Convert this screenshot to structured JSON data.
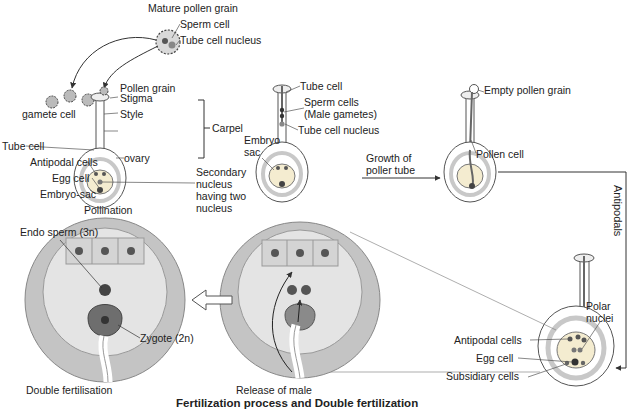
{
  "diagram": {
    "caption": "Fertilization process and Double fertilization",
    "labels": [
      "Mature pollen grain",
      "Sperm cell",
      "Tube cell nucleus",
      "Pollen grain",
      "gamete cell",
      "Stigma",
      "Style",
      "Carpel",
      "Tube cell",
      "Antipodal cells",
      "ovary",
      "Egg cell",
      "Embryo-sac",
      "Secondary nucleus having two nucleus",
      "Pollination",
      "Tube cell",
      "Sperm cells (Male gametes)",
      "Tube cell nucleus",
      "Embryo sac",
      "Growth of poller tube",
      "Empty pollen grain",
      "Pollen cell",
      "Antipodals",
      "Polar nuclei",
      "Antipodal cells",
      "Egg cell",
      "Subsidiary cells",
      "Endo sperm (3n)",
      "Zygote (2n)",
      "Double fertilisation",
      "Release of male"
    ]
  }
}
